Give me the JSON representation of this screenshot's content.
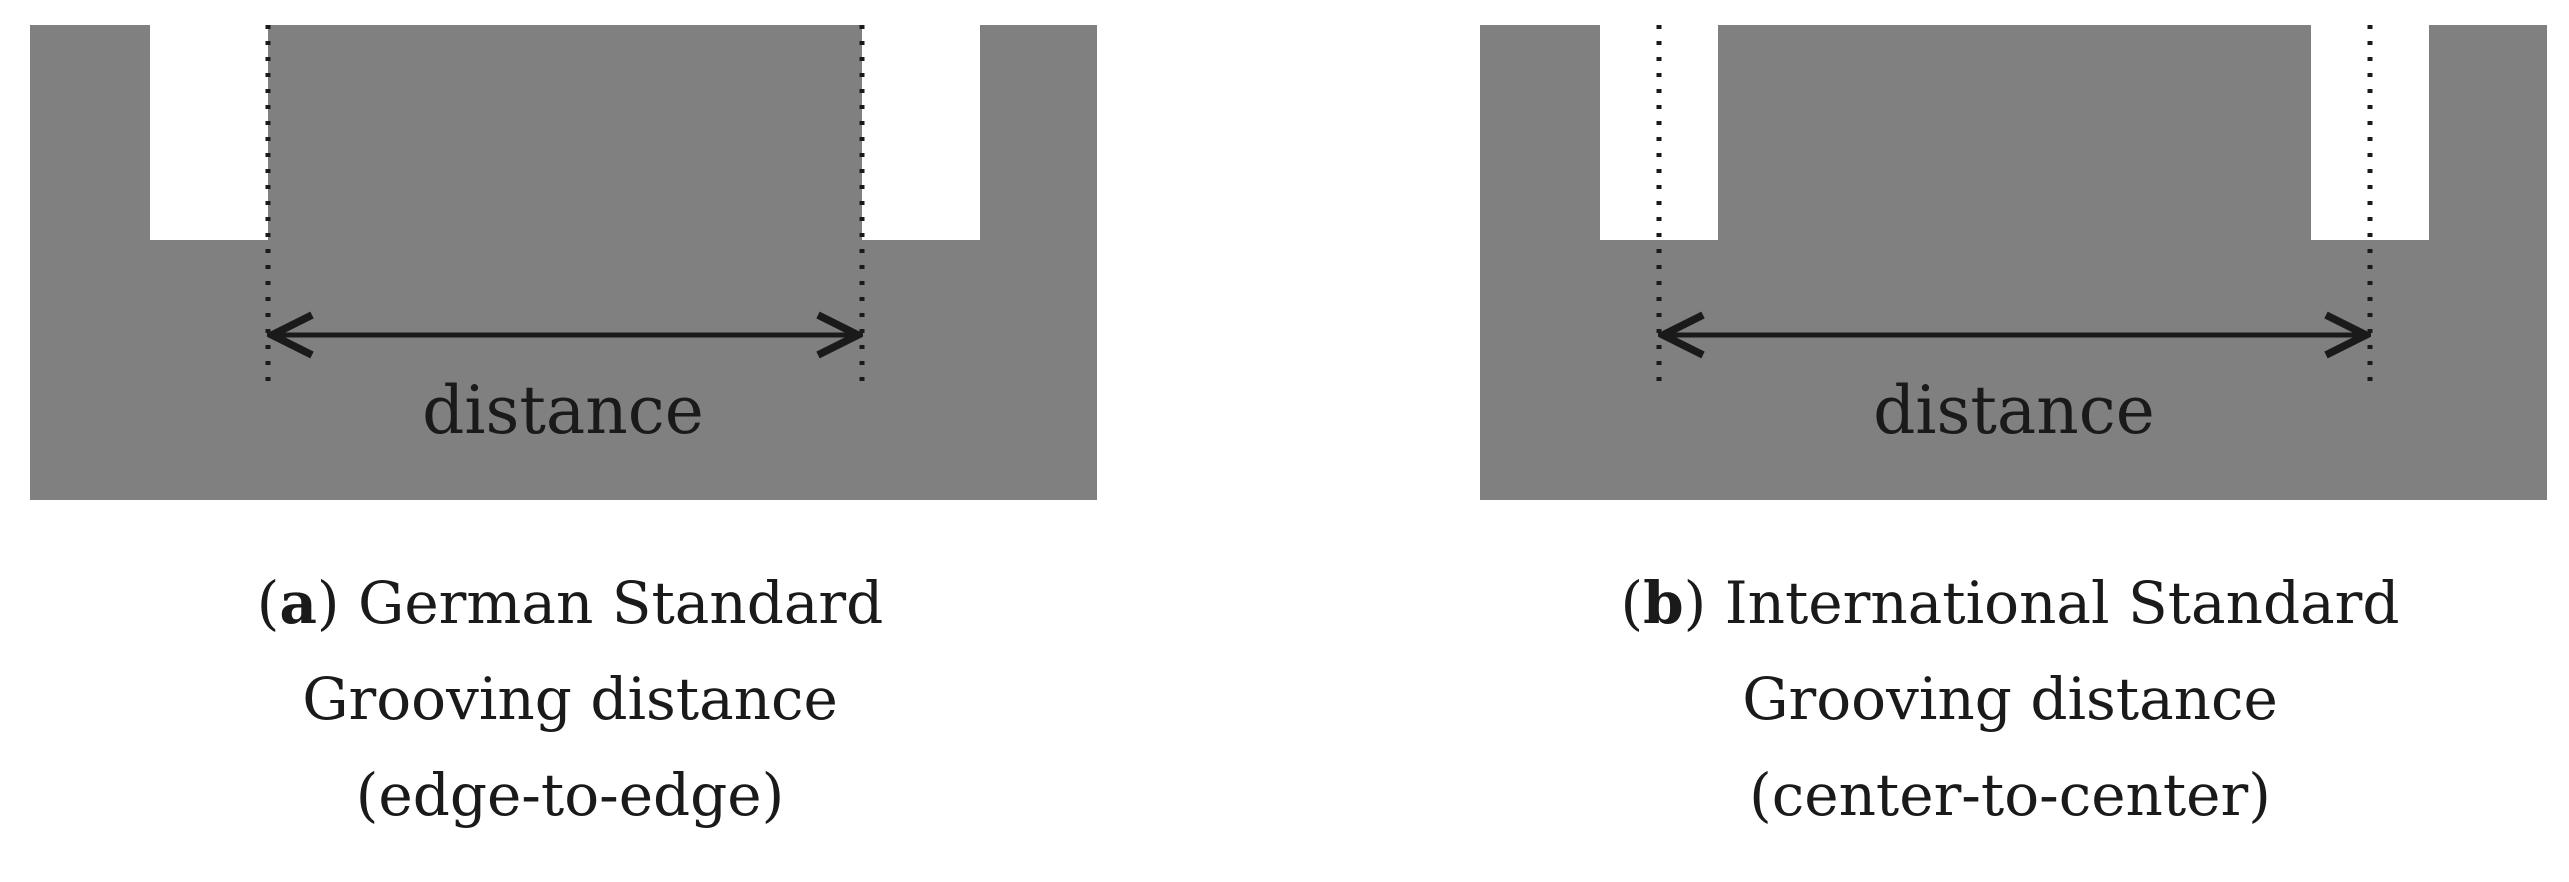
{
  "colors": {
    "material": "#808080",
    "groove": "#ffffff",
    "line": "#1a1a1a"
  },
  "panels": [
    {
      "id": "a",
      "dimension_label": "distance",
      "caption_letter": "a",
      "caption_title": "German Standard",
      "caption_line2": "Grooving distance",
      "caption_line3": "(edge-to-edge)"
    },
    {
      "id": "b",
      "dimension_label": "distance",
      "caption_letter": "b",
      "caption_title": "International Standard",
      "caption_line2": "Grooving distance",
      "caption_line3": "(center-to-center)"
    }
  ]
}
